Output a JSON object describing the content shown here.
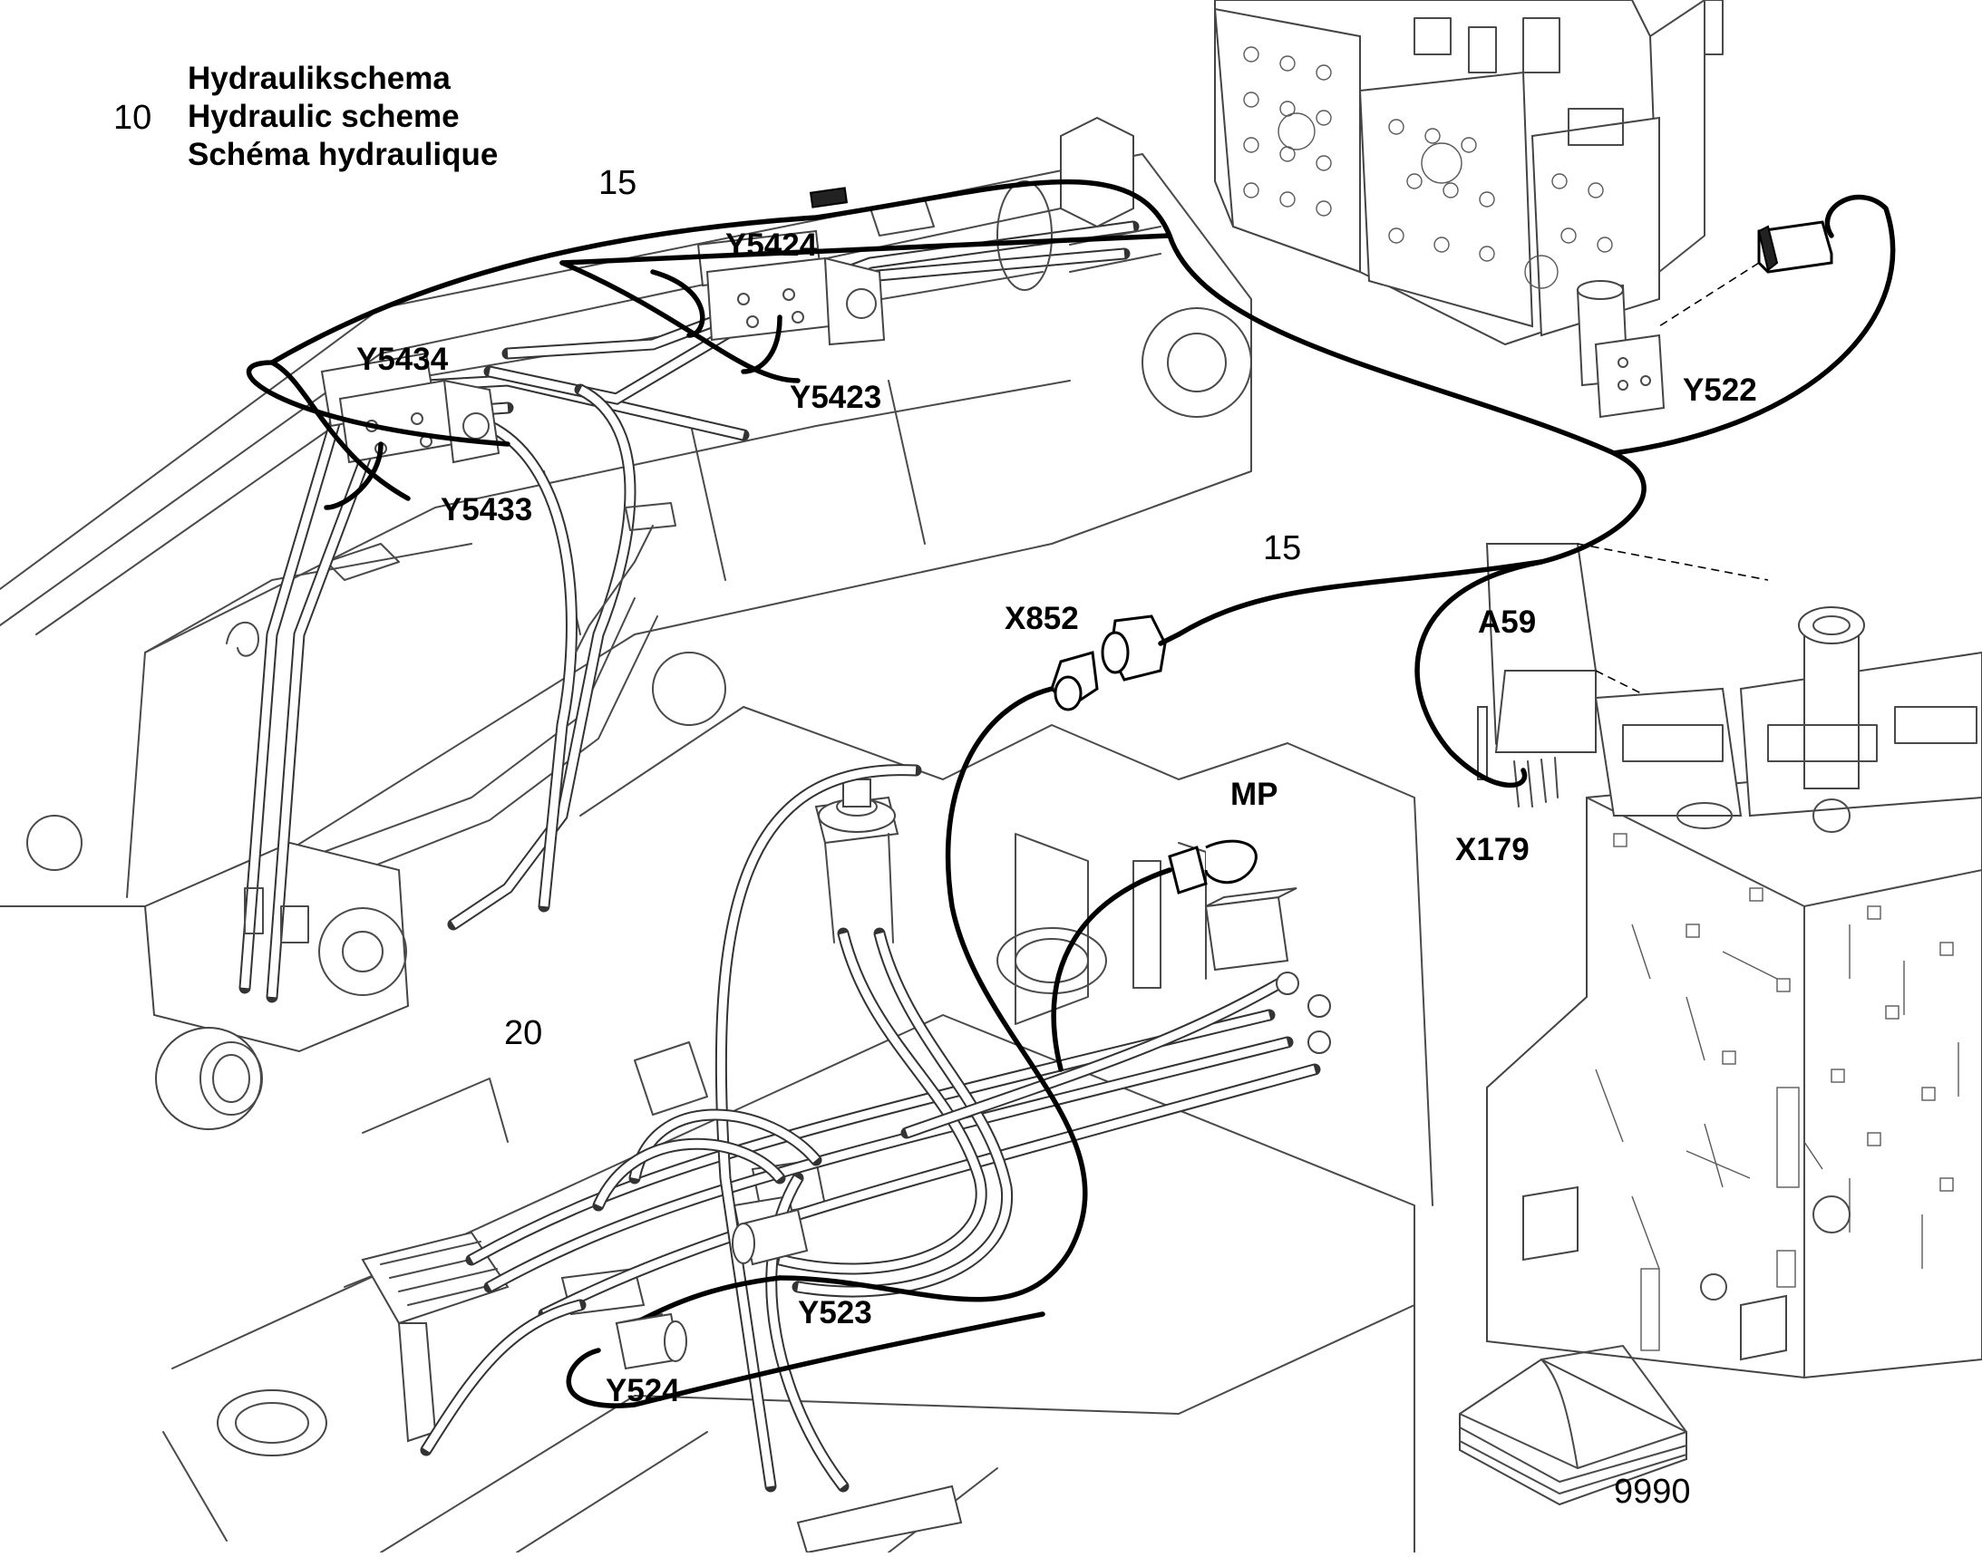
{
  "title": {
    "number": "10",
    "lines": [
      "Hydraulikschema",
      "Hydraulic scheme",
      "Schéma hydraulique"
    ]
  },
  "positions": {
    "p15_top": "15",
    "p15_mid": "15",
    "p20": "20",
    "p9990": "9990"
  },
  "components": {
    "y5424": "Y5424",
    "y5434": "Y5434",
    "y5423": "Y5423",
    "y5433": "Y5433",
    "y522": "Y522",
    "x852": "X852",
    "a59": "A59",
    "x179": "X179",
    "mp": "MP",
    "y523": "Y523",
    "y524": "Y524"
  }
}
